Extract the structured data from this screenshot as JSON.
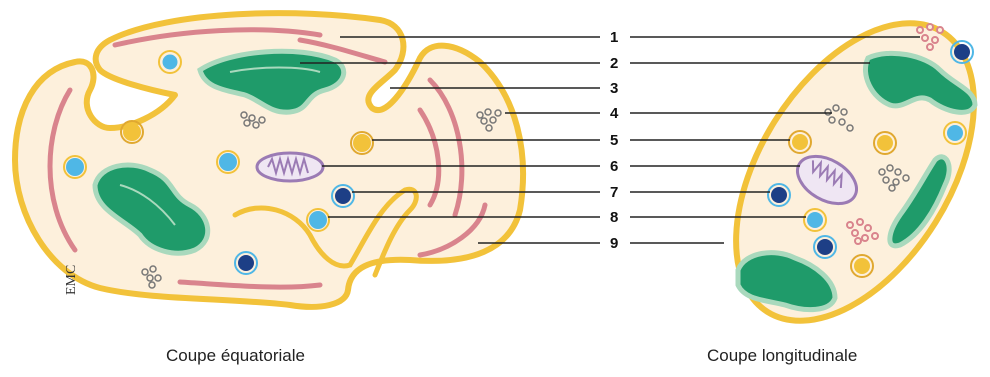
{
  "captions": {
    "left": "Coupe équatoriale",
    "right": "Coupe longitudinale"
  },
  "labels": [
    "1",
    "2",
    "3",
    "4",
    "5",
    "6",
    "7",
    "8",
    "9"
  ],
  "signature": "EMC",
  "colors": {
    "membrane": "#f2c23a",
    "cytoplasm": "#fdf0dc",
    "reticulum": "#d9848d",
    "chloroplast": "#1f9b6a",
    "chloroplast_rim": "#a9d9bd",
    "mitochondrion": "#efe6f3",
    "mitochondrion_crest": "#9b7bb4",
    "vacuole_blue": "#4fb7e6",
    "vacuole_dark": "#1d3f86",
    "vacuole_yellow": "#f2c23a",
    "ribosomes": "#777777",
    "ribosomes_pink": "#d9848d",
    "leader": "#222222"
  }
}
